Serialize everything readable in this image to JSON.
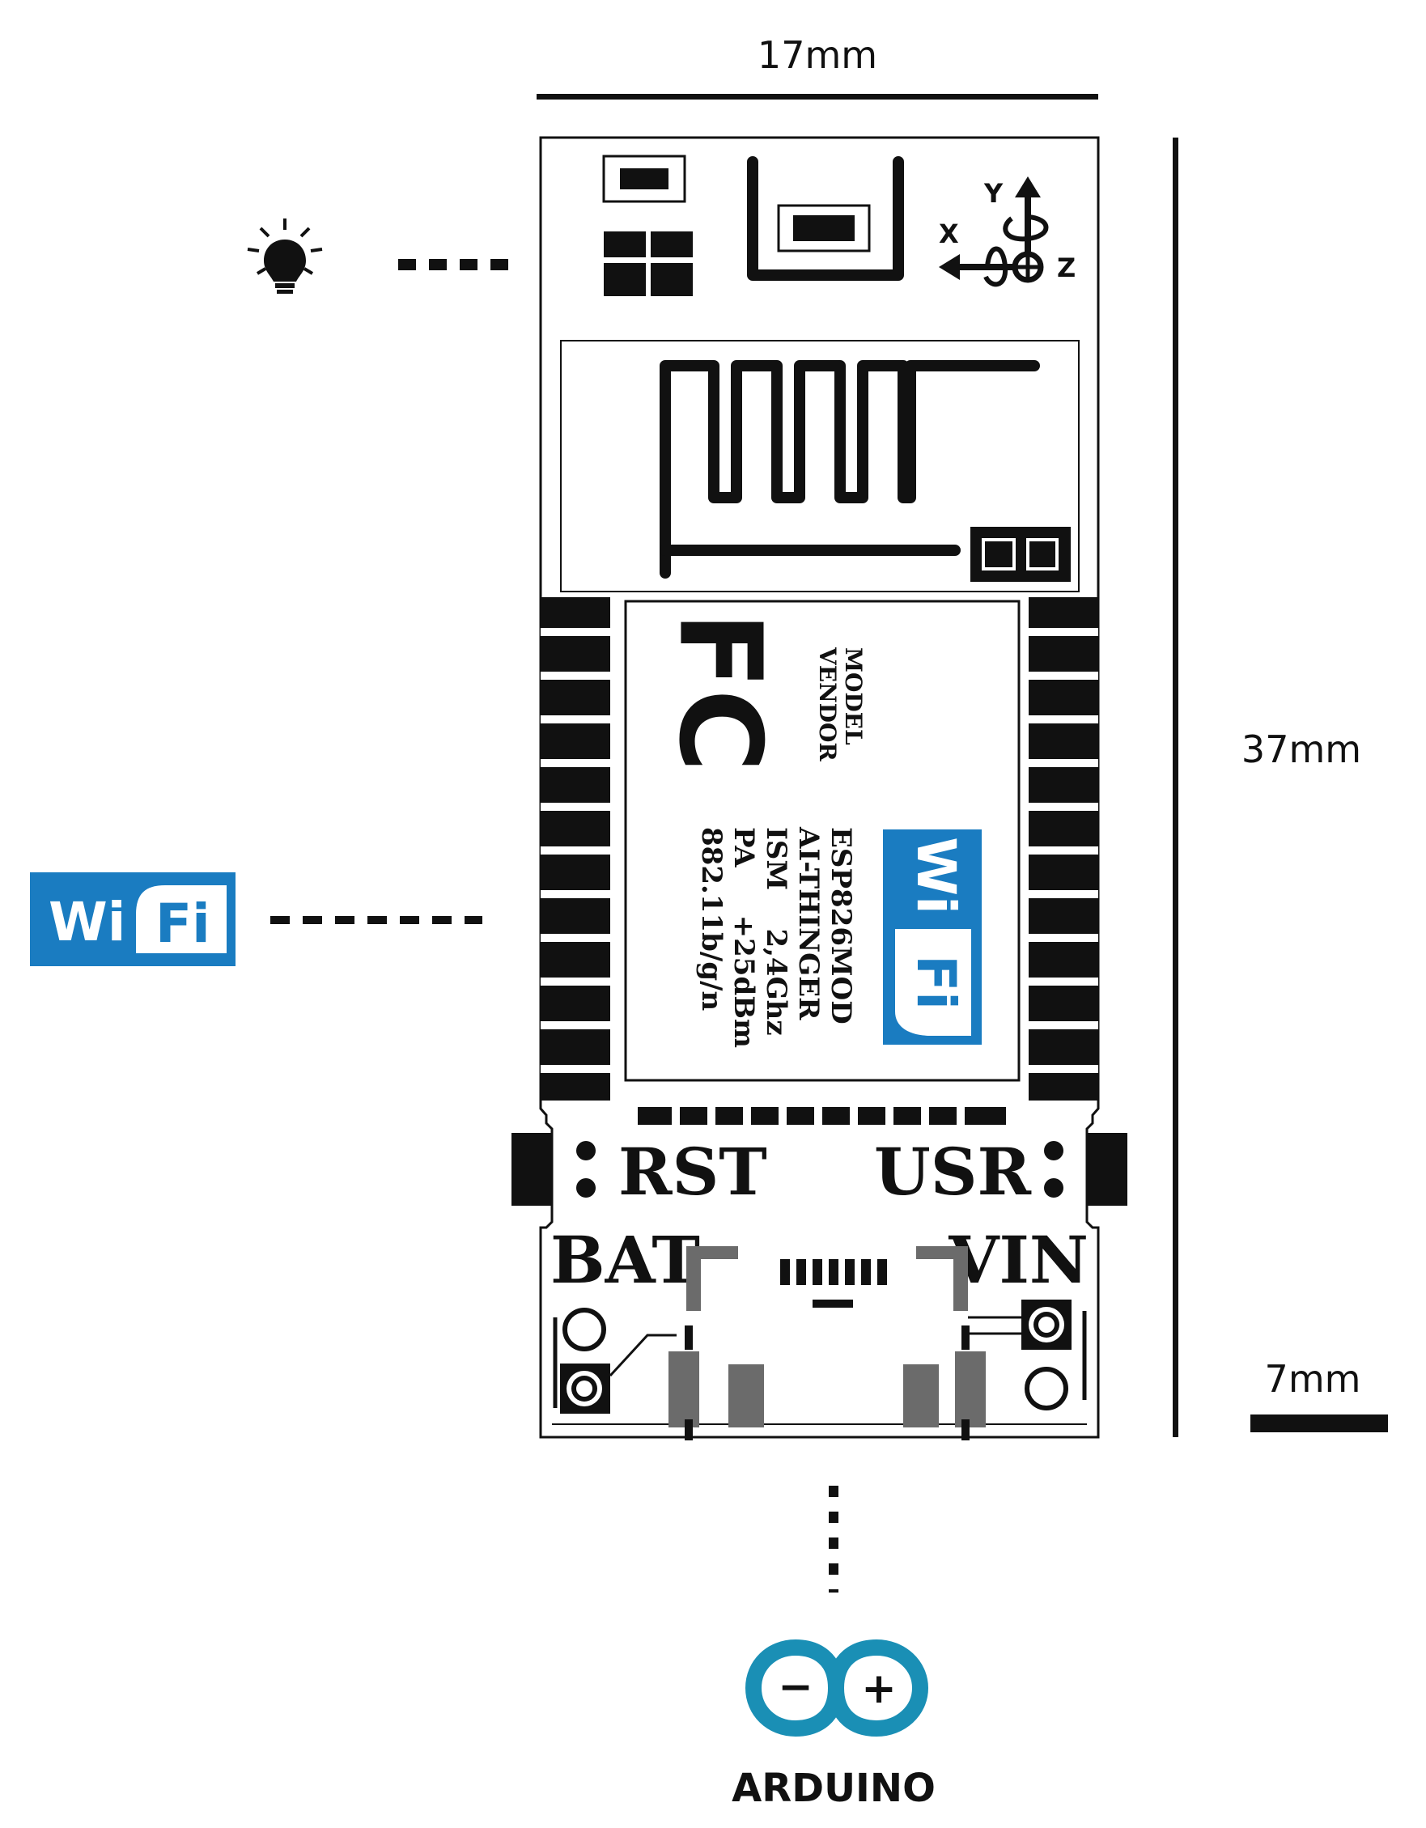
{
  "dimensions": {
    "width": "17mm",
    "height": "37mm",
    "scale": "7mm"
  },
  "fcc_label": {
    "model_line": "MODEL",
    "vendor_line": "VENDOR",
    "spec_lines": [
      "ESP826MOD",
      "AI-THINGER",
      "ISM    2,4Ghz",
      "PA     +25dBm",
      "882.11b/g/n"
    ],
    "fc_mark": "FC"
  },
  "wifi_logo": {
    "left": "Wi",
    "right": "Fi",
    "color": "#1a7cc1"
  },
  "board_labels": {
    "rst": "RST",
    "usr": "USR",
    "bat": "BAT",
    "vin": "VIN"
  },
  "axis_labels": {
    "x": "X",
    "y": "Y",
    "z": "Z"
  },
  "arduino": {
    "text": "ARDUINO",
    "minus": "−",
    "plus": "+",
    "color": "#1a8fb5"
  },
  "icons": {
    "led": "light-bulb-icon",
    "wifi": "wifi-logo-icon",
    "arduino": "arduino-logo-icon",
    "accelerometer": "xyz-axes-icon"
  }
}
